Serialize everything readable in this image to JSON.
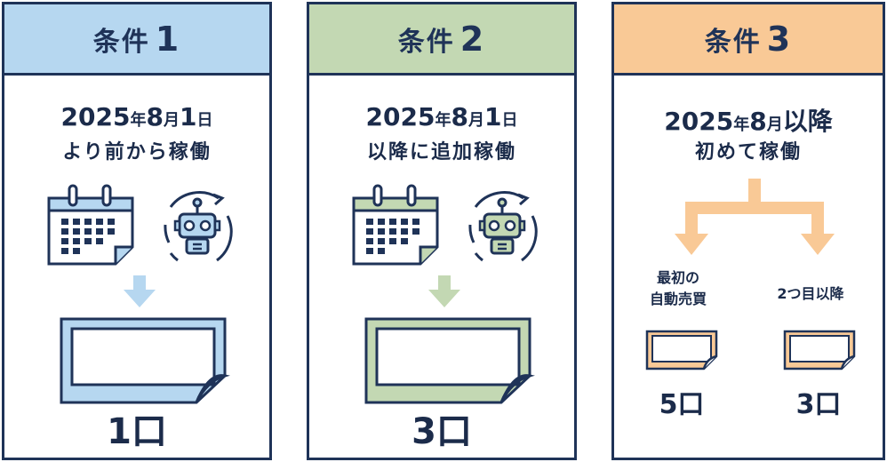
{
  "colors": {
    "border": "#1f3358",
    "card1_accent": "#b6d7f0",
    "card2_accent": "#c3d8b3",
    "card3_accent": "#f9c996"
  },
  "cards": [
    {
      "header_label": "条件",
      "header_num": "1",
      "title_year": "2025",
      "title_year_unit": "年",
      "title_month": "8",
      "title_month_unit": "月",
      "title_day": "1",
      "title_day_unit": "日",
      "subtitle": "より前から稼働",
      "count": "1口",
      "icons": [
        "calendar-icon",
        "robot-icon",
        "arrow-down-icon",
        "document-icon"
      ]
    },
    {
      "header_label": "条件",
      "header_num": "2",
      "title_year": "2025",
      "title_year_unit": "年",
      "title_month": "8",
      "title_month_unit": "月",
      "title_day": "1",
      "title_day_unit": "日",
      "subtitle": "以降に追加稼働",
      "count": "3口",
      "icons": [
        "calendar-icon",
        "robot-icon",
        "arrow-down-icon",
        "document-icon"
      ]
    },
    {
      "header_label": "条件",
      "header_num": "3",
      "title_year": "2025",
      "title_year_unit": "年",
      "title_month": "8",
      "title_month_unit": "月",
      "title_rest": "以降",
      "subtitle": "初めて稼働",
      "branches": [
        {
          "label_line1": "最初の",
          "label_line2": "自動売買",
          "count": "5口"
        },
        {
          "label_line1": "2つ目以降",
          "count": "3口"
        }
      ]
    }
  ]
}
